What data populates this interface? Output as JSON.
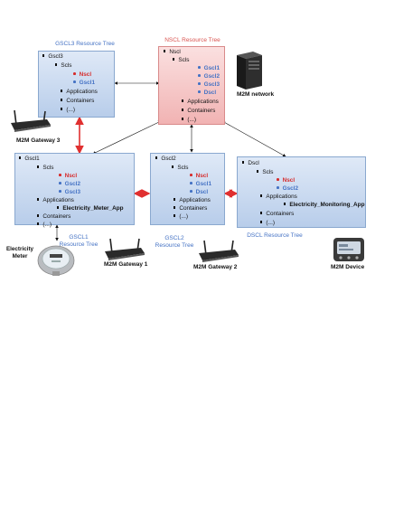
{
  "gscl3": {
    "title": "GSCL3 Resource  Tree",
    "root": "Gscl3",
    "scls": "Scls",
    "items": [
      "Nscl",
      "Gscl1"
    ],
    "applications": "Applications",
    "containers": "Containers",
    "etc": "(...)"
  },
  "nscl": {
    "title": "NSCL Resource Tree",
    "root": "Nscl",
    "scls": "Scls",
    "items": [
      "Gscl1",
      "Gscl2",
      "Gscl3",
      "Dscl"
    ],
    "applications": "Applications",
    "containers": "Containers",
    "etc": "(...)"
  },
  "gscl1": {
    "title": "GSCL1 Resource Tree",
    "root": "Gscl1",
    "scls": "Scls",
    "items": [
      "Nscl",
      "Gscl2",
      "Gscl3"
    ],
    "applications": "Applications",
    "app": "Electricity_Meter_App",
    "containers": "Containers",
    "etc": "(...)"
  },
  "gscl2": {
    "title": "GSCL2 Resource Tree",
    "root": "Gscl2",
    "scls": "Scls",
    "items": [
      "Nscl",
      "Gscl1",
      "Dscl"
    ],
    "applications": "Applications",
    "containers": "Containers",
    "etc": "(...)"
  },
  "dscl": {
    "title": "DSCL Resource  Tree",
    "root": "Dscl",
    "scls": "Scls",
    "items": [
      "Nscl",
      "Gscl2"
    ],
    "applications": "Applications",
    "app": "Electricity_Monitoring_App",
    "containers": "Containers",
    "etc": "(...)"
  },
  "devices": {
    "gateway3": "M2M  Gateway 3",
    "network": "M2M network",
    "gateway1": "M2M Gateway 1",
    "gateway2": "M2M Gateway 2",
    "device": "M2M Device",
    "meter": "Electricity Meter"
  },
  "colors": {
    "scl_remote": "#d62b2b",
    "scl_local": "#4472c4",
    "red_link": "#e03030"
  }
}
